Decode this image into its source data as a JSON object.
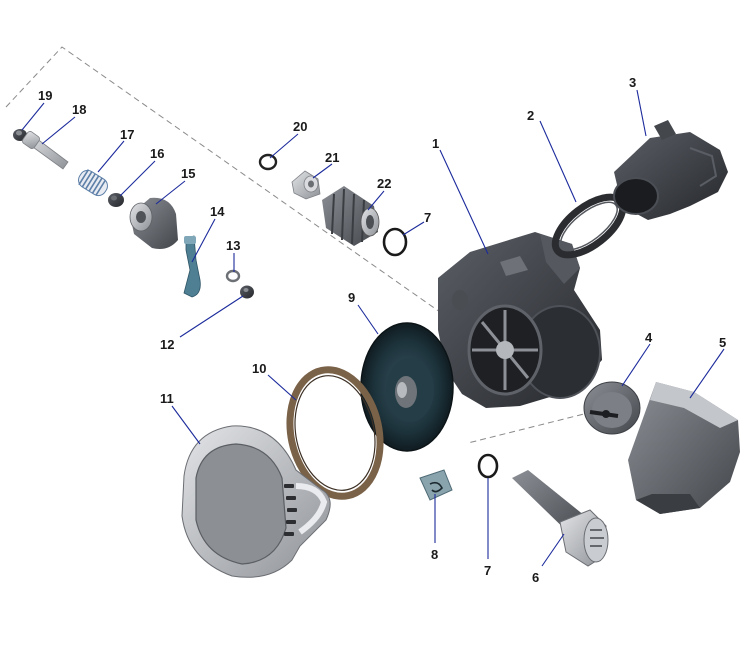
{
  "diagram": {
    "labels": {
      "p1": "1",
      "p2": "2",
      "p3": "3",
      "p4": "4",
      "p5": "5",
      "p6": "6",
      "p7a": "7",
      "p7b": "7",
      "p8": "8",
      "p9": "9",
      "p10": "10",
      "p11": "11",
      "p12": "12",
      "p13": "13",
      "p14": "14",
      "p15": "15",
      "p16": "16",
      "p17": "17",
      "p18": "18",
      "p19": "19",
      "p20": "20",
      "p21": "21",
      "p22": "22"
    },
    "colors": {
      "leader": "#1c2b9c",
      "dark_part": "#3a3d42",
      "mid_part": "#6b6f75",
      "light_part": "#b9bcc1",
      "teal_part": "#1f3b45",
      "brown_ring": "#7a6248",
      "lever_blue": "#4f7f93"
    }
  }
}
